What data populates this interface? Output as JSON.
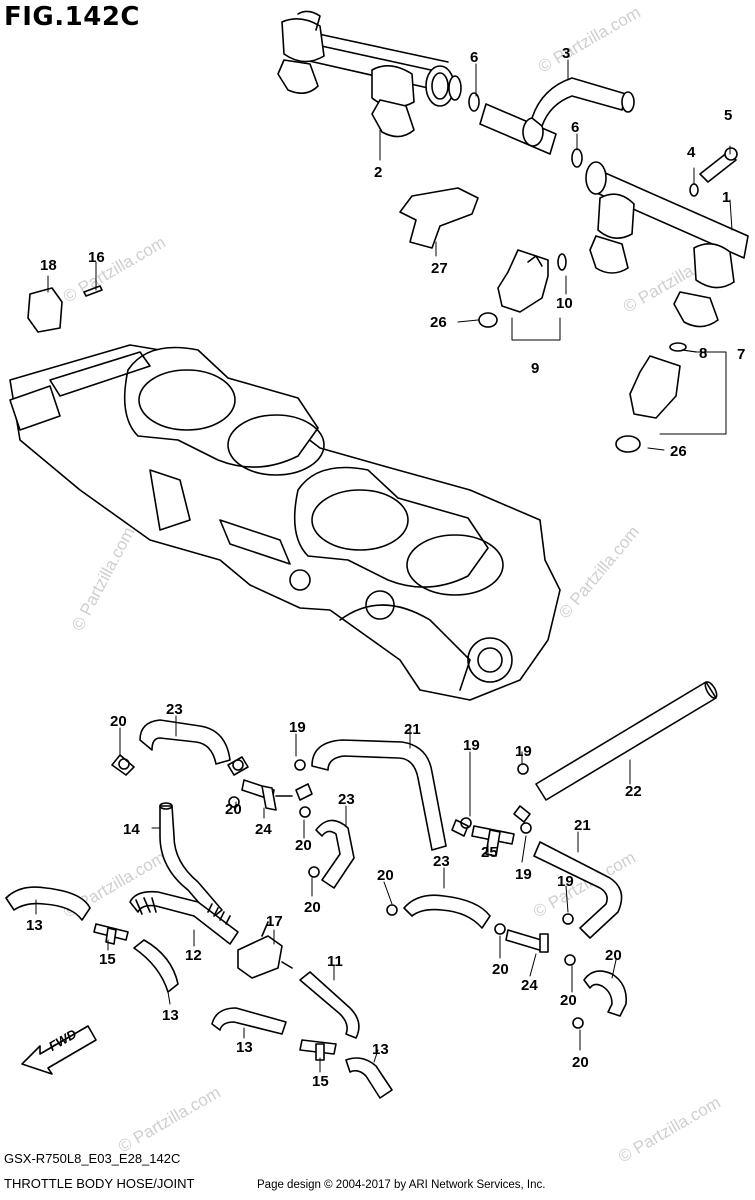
{
  "figure": {
    "title": "FIG.142C",
    "model_code": "GSX-R750L8_E03_E28_142C",
    "section_title": "THROTTLE BODY HOSE/JOINT",
    "page_credit": "Page design © 2004-2017 by ARI Network Services, Inc.",
    "watermark": "© Partzilla.com",
    "direction_label": "FWD"
  },
  "callouts": [
    "1",
    "2",
    "3",
    "4",
    "5",
    "6",
    "6",
    "7",
    "8",
    "9",
    "10",
    "16",
    "18",
    "26",
    "26",
    "27",
    "20",
    "23",
    "19",
    "21",
    "19",
    "19",
    "22",
    "20",
    "24",
    "20",
    "23",
    "20",
    "25",
    "21",
    "14",
    "20",
    "20",
    "19",
    "23",
    "19",
    "13",
    "17",
    "15",
    "12",
    "11",
    "20",
    "24",
    "20",
    "13",
    "13",
    "15",
    "13",
    "20"
  ],
  "colors": {
    "line": "#000000",
    "watermark": "#cfcfcf",
    "background": "#ffffff"
  }
}
